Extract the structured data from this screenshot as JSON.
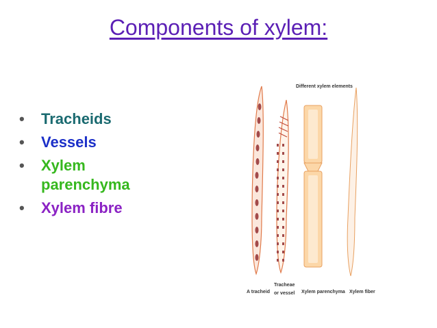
{
  "slide": {
    "title": "Components of xylem:",
    "bullets": [
      {
        "text": "Tracheids",
        "color": "#1a6a70"
      },
      {
        "text": "Vessels",
        "color": "#1b2fc8"
      },
      {
        "text": "Xylem parenchyma",
        "color": "#36b81e"
      },
      {
        "text": "Xylem fibre",
        "color": "#8b22c4"
      }
    ]
  },
  "figure": {
    "heading": "Different xylem elements",
    "labels": {
      "tracheid": "A tracheid",
      "vessel_line1": "Tracheae",
      "vessel_line2": "or vessel",
      "parenchyma": "Xylem parenchyma",
      "fiber": "Xylem fiber"
    }
  }
}
